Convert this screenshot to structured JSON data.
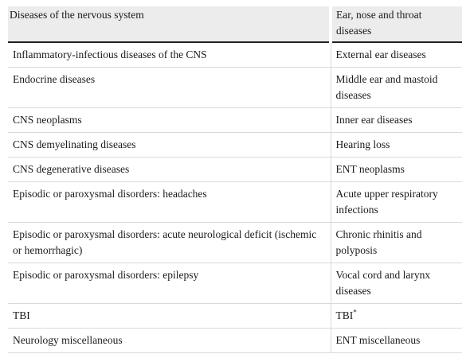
{
  "headers": {
    "col1": "Diseases of the nervous system",
    "col2": "Ear, nose and throat diseases"
  },
  "rows": [
    {
      "col1": "Inflammatory-infectious diseases of the CNS",
      "col2": "External ear diseases"
    },
    {
      "col1": "Endocrine diseases",
      "col2": "Middle ear and mastoid diseases"
    },
    {
      "col1": "CNS neoplasms",
      "col2": "Inner ear diseases"
    },
    {
      "col1": "CNS demyelinating diseases",
      "col2": "Hearing loss"
    },
    {
      "col1": "CNS degenerative diseases",
      "col2": "ENT neoplasms"
    },
    {
      "col1": "Episodic or paroxysmal disorders: headaches",
      "col2": "Acute upper respiratory infections"
    },
    {
      "col1": "Episodic or paroxysmal disorders: acute neurological deficit (ischemic or hemorrhagic)",
      "col2": "Chronic rhinitis and polyposis"
    },
    {
      "col1": "Episodic or paroxysmal disorders: epilepsy",
      "col2": "Vocal cord and larynx diseases"
    },
    {
      "col1": "TBI",
      "col2": "TBI",
      "col2_sup": "*"
    },
    {
      "col1": "Neurology miscellaneous",
      "col2": "ENT miscellaneous"
    }
  ]
}
